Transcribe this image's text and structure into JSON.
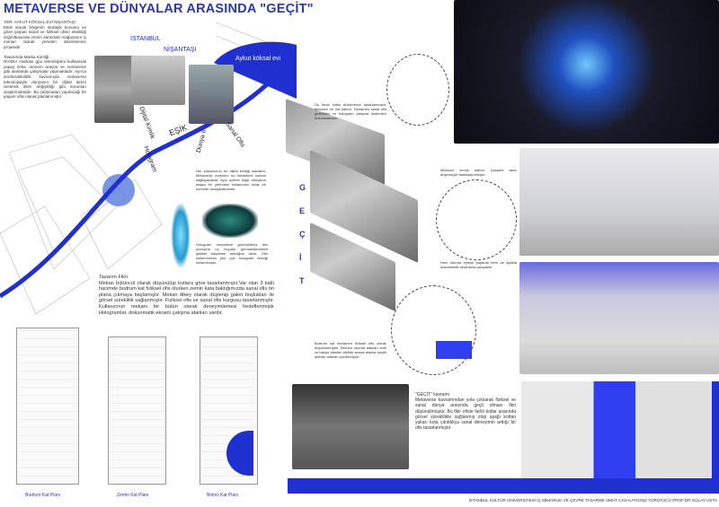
{
  "title": "METAVERSE VE DÜNYALAR ARASINDA \"GEÇİT\"",
  "intro": {
    "heading": "YER: AYKUT KÖKSAL EVİ NİŞANTAŞI",
    "text": "Etkili olarak bölgenin stratejik konumu ve göze çarpan sanal ve fiziksel ofisin eksikliği doğrultusunda zemin katındaki mağazanın iç mimari olarak yeniden düzenlenme projesidir.",
    "brand_heading": "Tasarımda Marka Kimliği:",
    "brand_text": "NVIDIA markası gpu teknolojisini kullanarak yapay zeka ,otonom araçlar ve metaverse gibi alanlarda çalışmalar yapmaktadır. Ayrıca sürdürülebilirlik kavramıyla metaverse teknolojisiyle dünyanın bir dijital ikizini üreterek iklim değişikliği gibi sorunları araştırmaktadır. Bu çalışmaları yapılacağı bir yaşam ofisi olarak planlanmıştır."
  },
  "location": {
    "city": "İSTANBUL",
    "district": "NİŞANTAŞI",
    "building": "Aykut köksal evi"
  },
  "path_labels": {
    "digital_identity": "Dijital Kimlik",
    "threshold": "EŞİK",
    "world2": "Dünya II",
    "virtual_office": "Sanal Ofis",
    "hologram": "Hologram"
  },
  "notes": {
    "top_floor": "Üç farklı kotta düzlenerek tasarlanmıştır. Mekanın en üst katıdır. Tamamen sanal ofis gözlükleri ve hologram çalışma sistemleri bulunmaktadır.",
    "identity": "Her kullanıcının bir dijital kimliği olacaktır. Metaverse evrenine bu kimliklerle katılım sağlayacaklar. Aynı şirkete bağlı dünyanın başka bir yerindeki kullanıcılar ortak bir evrende buluşabilecektir.",
    "hologram": "Hologram nesnelerin görüntülerini film yüzeyine üç boyutlu görünebilecekleri şekilde kaydeme tekniğine denir. Ofis kullanımında pek çok hologram tekniği kullanılmıştır.",
    "ground": "Mekanın zemin katıdır. Çalışma alanı döşemeyle farklılaştırılmıştır.",
    "sitting": "Hem oturma eylemi yaparak hem de ayakta dokunmatik ekranlarla çalışabilir.",
    "basement": "Bodrum kat tamamen fiziksel ofis olarak düşünülmüştür. Kitchen oturma alanları amfi ve bahçe alanları birlikte sessiz alanlar çeşitli aktivite alanları çözülmüştür."
  },
  "design_idea": {
    "heading": "Tasarım Fikri",
    "text": "Mekan bütüncül olarak düşünülüp kotlara göre tasarlanmıştır.Var olan 3 katlı hacimde bodrum kat fiziksel ofis olurken zemin kata baktığımızda sanal ofis ön plana çıkmaya başlamıştır. Mekan dikey olarak düşlenip galeri boşlukları ile görsel süreklilik sağlanmıştır. Fiziksel ofis ve sanal ofis kurgusu tasarlanmıştır. Kullanıcının mekanı bir bütün olarak deneyimlemesi hedeflenmiştir Hologramlar, dokunmatik ekranlı çalışma alanları vardır."
  },
  "gecit_letters": [
    "G",
    "E",
    "Ç",
    "İ",
    "T"
  ],
  "concept": {
    "heading": "\"GEÇİT\" kavramı",
    "text": "Metaverse kavramından yola çıkılarak fiziksel ve sanal dünya arasında geçit olması fikri düşünülmüştür. Bu fikir ofiste farklı kotlar arasında görsel süreklilikle sağlanmış olup aşağı kottan yukarı kota çıkıldıkça sanal deneyimin arttığı bir ofis tasarlanmıştır."
  },
  "plans": [
    "Bodrum Kat Planı",
    "Zemin Kat Planı",
    "Birinci Kat Planı"
  ],
  "footer": "İSTANBUL KÜLTÜR ÜNİVERSİTESİ  İÇ MİMARLIK VE ÇEVRE TASARIMI  UMUT CAN KAYGISIZ  YÜRÜTÜCÜ PROF.DR.GÜLAY USTA",
  "colors": {
    "accent": "#1f2fd0",
    "title": "#2a3aa8"
  }
}
